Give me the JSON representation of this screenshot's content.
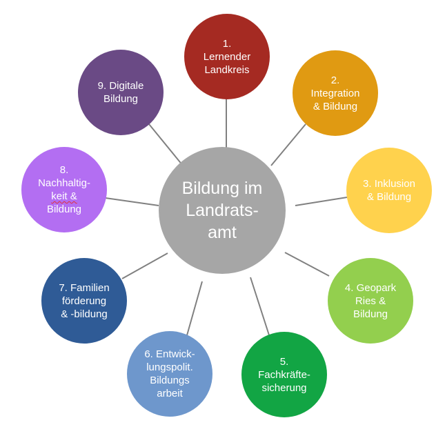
{
  "diagram": {
    "center": {
      "lines": [
        "Bildung im",
        "Landrats-",
        "amt"
      ],
      "color": "#a6a6a6"
    },
    "nodes": [
      {
        "id": "node-1",
        "lines": [
          "1.",
          "Lernender",
          "Landkreis"
        ],
        "color": "#a52a22"
      },
      {
        "id": "node-2",
        "lines": [
          "2.",
          "Integration",
          "& Bildung"
        ],
        "color": "#e09a12"
      },
      {
        "id": "node-3",
        "lines": [
          "3. Inklusion",
          "& Bildung"
        ],
        "color": "#ffd24d"
      },
      {
        "id": "node-4",
        "lines": [
          "4. Geopark",
          "Ries &",
          "Bildung"
        ],
        "color": "#93cf4e"
      },
      {
        "id": "node-5",
        "lines": [
          "5.",
          "Fachkräfte-",
          "sicherung"
        ],
        "color": "#12a544"
      },
      {
        "id": "node-6",
        "lines": [
          "6. Entwick-",
          "lungspolit.",
          "Bildungs",
          "arbeit"
        ],
        "color": "#6e97cc"
      },
      {
        "id": "node-7",
        "lines": [
          "7. Familien",
          "förderung",
          "& -bildung"
        ],
        "color": "#2f5b96"
      },
      {
        "id": "node-8",
        "lines": [
          "8.",
          "Nachhaltig-",
          "keit &",
          "Bildung"
        ],
        "color": "#b36ef2"
      },
      {
        "id": "node-9",
        "lines": [
          "9. Digitale",
          "Bildung"
        ],
        "color": "#6a4a85"
      }
    ],
    "connector_color": "#808080"
  }
}
